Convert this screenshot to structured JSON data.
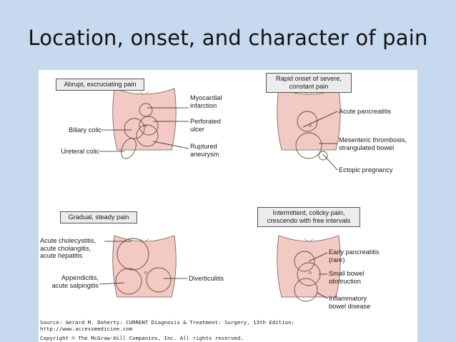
{
  "slide_title": "Location, onset, and character of pain",
  "colors": {
    "background": "#c7d9ee",
    "body": "#f2c9c3",
    "outline": "#7a5a55"
  },
  "panels": {
    "top_left": {
      "header": "Abrupt, excruciating pain",
      "labels": {
        "myocardial": "Myocardial\ninfarction",
        "perforated": "Perforated\nulcer",
        "biliary": "Biliary colic",
        "ureteral": "Ureteral colic",
        "ruptured": "Ruptured\naneurysm"
      }
    },
    "top_right": {
      "header": "Rapid onset of severe,\nconstant pain",
      "labels": {
        "acute_pancreatitis": "Acute pancreatitis",
        "mesenteric": "Mesenteric thrombosis,\nstrangulated bowel",
        "ectopic": "Ectopic pregnancy"
      }
    },
    "bottom_left": {
      "header": "Gradual, steady pain",
      "labels": {
        "cholecystitis": "Acute cholecystitis,\nacute cholangitis,\nacute hepatitis",
        "appendicitis": "Appendicitis,\nacute salpingitis",
        "diverticulitis": "Diverticulitis"
      }
    },
    "bottom_right": {
      "header": "Intermittent, colicky pain,\ncrescendo with free intervals",
      "labels": {
        "early_pancreatitis": "Early pancreatitis\n(rare)",
        "small_bowel": "Small bowel\nobstruction",
        "ibd": "Inflammatory\nbowel disease"
      }
    }
  },
  "source": {
    "line1": "Source: Gerard M. Doherty: CURRENT Diagnosis & Treatment: Surgery, 13th Edition:",
    "line2": "http://www.accessmedicine.com",
    "line3": "Copyright © The McGraw-Hill Companies, Inc. All rights reserved."
  }
}
